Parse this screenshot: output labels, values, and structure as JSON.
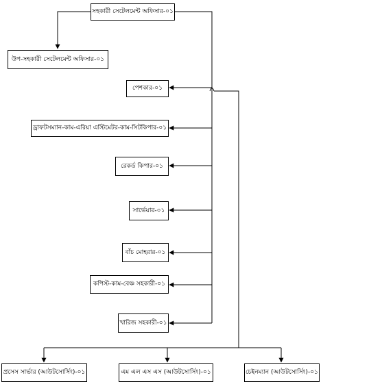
{
  "org_chart": {
    "top": "সহকারী সেটেলমেন্ট অফিসার-০১",
    "deputy": "উপ-সহকারী সেটেলমেন্ট অফিসার-০১",
    "staff": [
      "পেশকার-০১",
      "ড্রাফটসম্যান-কাম-এরিয়া এস্টিমেটর-কাম-সিটকিপার-০১",
      "রেকর্ড কিপার-০১",
      "সার্ভেয়ার-০১",
      "বাঁচ মোহরার-০১",
      "কপিস্ট-কাম-বেঞ্চ সহকারী-০১",
      "খারিজ সহকারী-০১"
    ],
    "outsourcing": [
      "প্রসেস সার্ভার (আউটসোর্সিং)-০১",
      "এম এল এস এস (আউটসোর্সিং)-০১",
      "চেইনম্যান (আউটসোর্সিং)-০১"
    ]
  }
}
